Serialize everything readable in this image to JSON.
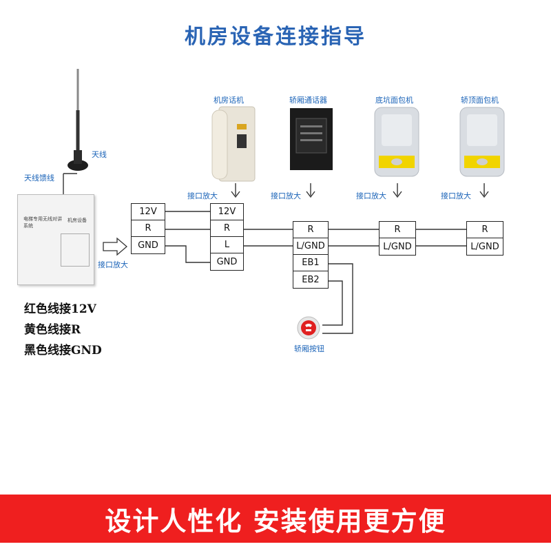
{
  "title": "机房设备连接指导",
  "labels": {
    "antenna": "天线",
    "antenna_feed": "天线馈线",
    "machine_phone": "机房话机",
    "car_intercom": "轿厢通话器",
    "pit_unit": "底坑面包机",
    "top_unit": "轿顶面包机",
    "car_button": "轿厢按钮",
    "port_zoom": "接口放大"
  },
  "host_box": {
    "line1": "电梯专用无线对讲系统",
    "line2": "机房设备"
  },
  "terminals": {
    "host": [
      "12V",
      "R",
      "GND"
    ],
    "phone": [
      "12V",
      "R",
      "L",
      "GND"
    ],
    "intercom": [
      "R",
      "L/GND",
      "EB1",
      "EB2"
    ],
    "pit": [
      "R",
      "L/GND"
    ],
    "top": [
      "R",
      "L/GND"
    ]
  },
  "legend": [
    "红色线接12V",
    "黄色线接R",
    "黑色线接GND"
  ],
  "footer": "设计人性化 安装使用更方便",
  "colors": {
    "title": "#2a64b4",
    "label": "#1a63b8",
    "footer_bg": "#ef1f1f"
  }
}
